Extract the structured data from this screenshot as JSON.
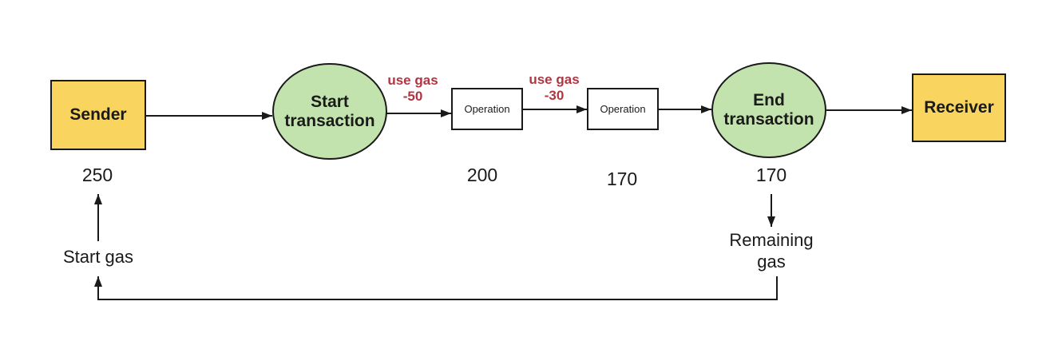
{
  "colors": {
    "actor_fill": "#f9d45e",
    "state_fill": "#c3e3ae",
    "operation_fill": "#ffffff",
    "stroke": "#1a1a1a",
    "gas_label_red": "#b23441",
    "background": "#ffffff"
  },
  "nodes": {
    "sender": {
      "label": "Sender"
    },
    "start_transaction": {
      "label": "Start\ntransaction"
    },
    "operation_1": {
      "label": "Operation"
    },
    "operation_2": {
      "label": "Operation"
    },
    "end_transaction": {
      "label": "End\ntransaction"
    },
    "receiver": {
      "label": "Receiver"
    }
  },
  "edge_labels": {
    "use_gas_1": "use gas\n-50",
    "use_gas_2": "use gas\n-30"
  },
  "gas_values": {
    "at_sender": "250",
    "after_operation_1": "200",
    "after_operation_2": "170",
    "at_end_transaction": "170"
  },
  "annotations": {
    "start_gas": "Start gas",
    "remaining_gas": "Remaining\ngas"
  }
}
